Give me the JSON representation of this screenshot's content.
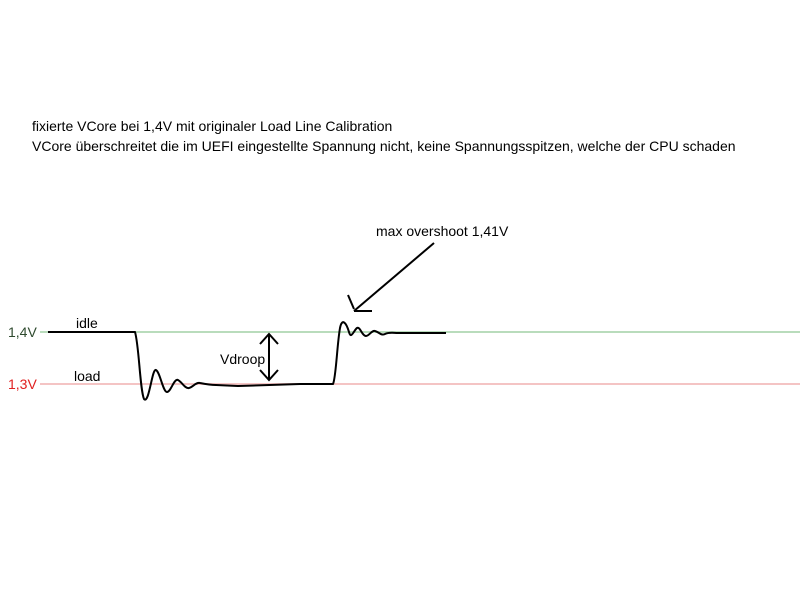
{
  "caption": {
    "line1": "fixierte VCore bei 1,4V mit originaler Load Line Calibration",
    "line2": "VCore überschreitet die im UEFI eingestellte Spannung nicht, keine Spannungsspitzen, welche der CPU schaden"
  },
  "diagram": {
    "level_high": {
      "label": "1,4V",
      "color": "#2e4a2e",
      "line_color": "#b9dcbc"
    },
    "level_low": {
      "label": "1,3V",
      "color": "#e02020",
      "line_color": "#f4c4c4"
    },
    "state_idle": "idle",
    "state_load": "load",
    "droop_label": "Vdroop",
    "overshoot_label": "max overshoot 1,41V",
    "trace_color": "#000000"
  }
}
